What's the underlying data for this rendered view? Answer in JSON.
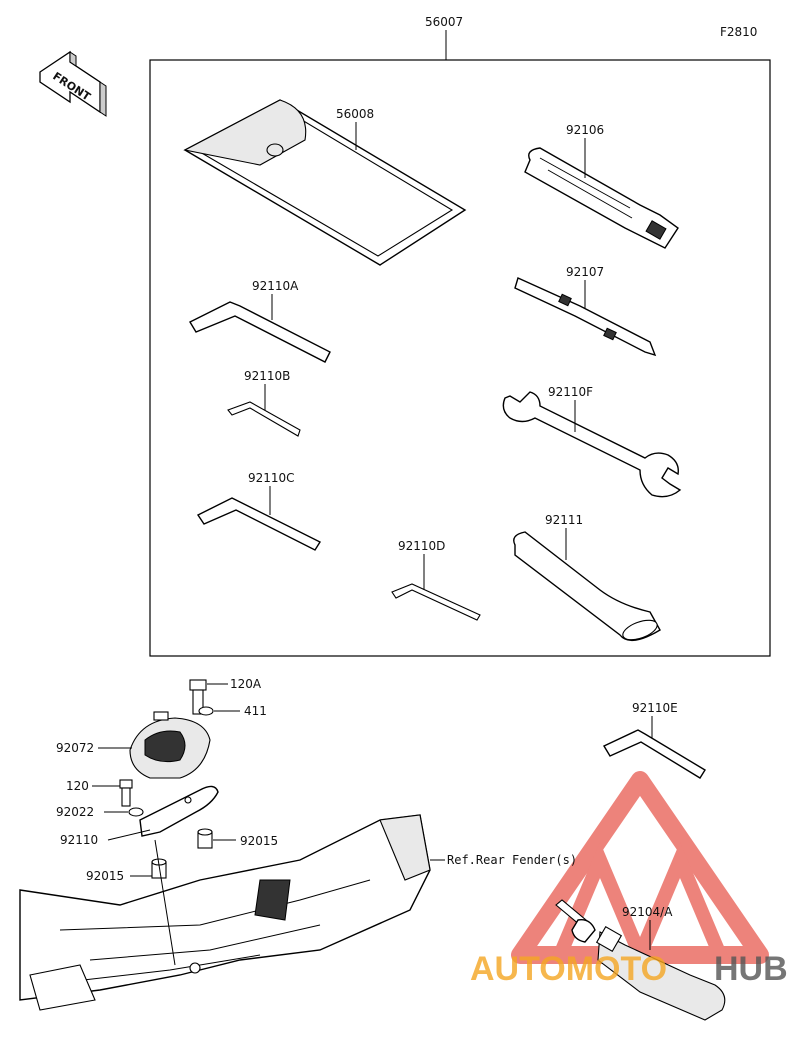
{
  "figure_code": "F2810",
  "front_badge": "FRONT",
  "kit_label": "56007",
  "parts": {
    "p56008": "56008",
    "p92106": "92106",
    "p92110A": "92110A",
    "p92107": "92107",
    "p92110B": "92110B",
    "p92110F": "92110F",
    "p92110C": "92110C",
    "p92111": "92111",
    "p92110D": "92110D",
    "p120A": "120A",
    "p411": "411",
    "p92072": "92072",
    "p120": "120",
    "p92022": "92022",
    "p92110": "92110",
    "p92015a": "92015",
    "p92015b": "92015",
    "p92110E": "92110E",
    "p92104A": "92104/A",
    "ref_fender": "Ref.Rear Fender(s)"
  },
  "watermark": {
    "part1": "AUTOMOTO",
    "part2": "HUB",
    "color1": "#f5a623",
    "color2": "#555555",
    "triangle_color": "#e85a4f"
  }
}
